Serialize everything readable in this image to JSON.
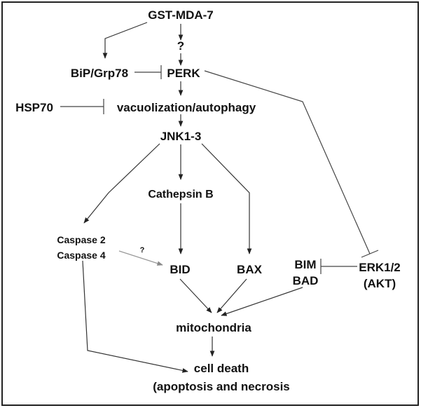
{
  "nodes": {
    "gst_mda7": "GST-MDA-7",
    "unknown": "?",
    "bip": "BiP/Grp78",
    "perk": "PERK",
    "hsp70": "HSP70",
    "vacuol": "vacuolization/autophagy",
    "jnk": "JNK1-3",
    "cathepsin": "Cathepsin B",
    "caspase2": "Caspase 2",
    "caspase4": "Caspase 4",
    "bid": "BID",
    "bax": "BAX",
    "bim": "BIM",
    "bad": "BAD",
    "erk": "ERK1/2",
    "akt": "(AKT)",
    "mito": "mitochondria",
    "death": "cell death",
    "death_detail": "(apoptosis and necrosis"
  },
  "edge_labels": {
    "caspase_to_bid": "?"
  },
  "colors": {
    "line": "#333333",
    "faint_line": "#999999",
    "text": "#111111"
  }
}
